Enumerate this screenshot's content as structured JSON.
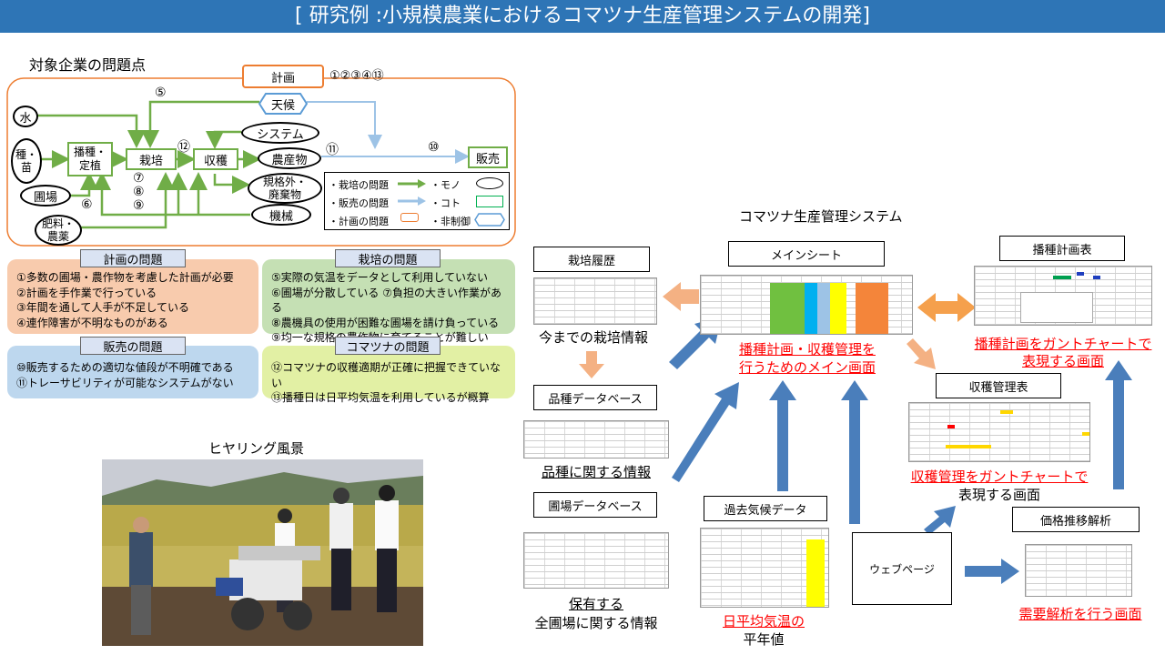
{
  "header": {
    "title": "[ 研究例 :小規模農業におけるコマツナ生産管理システムの開発]"
  },
  "problems_diagram": {
    "title": "対象企業の問題点",
    "nodes": {
      "plan": "計画",
      "plan_refs": "①②③④⑬",
      "weather": "天候",
      "water": "水",
      "seed": "種・苗",
      "sowing": "播種・定植",
      "field": "圃場",
      "fertilizer": "肥料・農薬",
      "cultivation": "栽培",
      "harvest": "収穫",
      "system": "システム",
      "produce": "農産物",
      "waste": "規格外・廃棄物",
      "machinery": "機械",
      "sales": "販売"
    },
    "refs": {
      "r5": "⑤",
      "r6": "⑥",
      "r789": [
        "⑦",
        "⑧",
        "⑨"
      ],
      "r11": "⑪",
      "r10": "⑩",
      "r12": "⑫"
    },
    "legend": [
      {
        "label": "・栽培の問題",
        "kind": "・モノ"
      },
      {
        "label": "・販売の問題",
        "kind": "・コト"
      },
      {
        "label": "・計画の問題",
        "kind": "・非制御"
      }
    ]
  },
  "problem_panels": {
    "plan": {
      "title": "計画の問題",
      "items": [
        "①多数の圃場・農作物を考慮した計画が必要",
        "②計画を手作業で行っている",
        "③年間を通して人手が不足している",
        "④連作障害が不明なものがある"
      ]
    },
    "cultivation": {
      "title": "栽培の問題",
      "items": [
        "⑤実際の気温をデータとして利用していない",
        "⑥圃場が分散している ⑦負担の大きい作業がある",
        "⑧農機具の使用が困難な圃場を請け負っている",
        "⑨均一な規格の農作物に育てることが難しい"
      ]
    },
    "sales": {
      "title": "販売の問題",
      "items": [
        "⑩販売するための適切な値段が不明確である",
        "⑪トレーサビリティが可能なシステムがない"
      ]
    },
    "komatsuna": {
      "title": "コマツナの問題",
      "items": [
        "⑫コマツナの収穫適期が正確に把握できていない",
        "⑬播種日は日平均気温を利用しているが概算"
      ]
    }
  },
  "interview": {
    "title": "ヒヤリング風景"
  },
  "system": {
    "title": "コマツナ生産管理システム",
    "cultivation_history": {
      "header": "栽培履歴",
      "caption": "今までの栽培情報"
    },
    "variety_db": {
      "header": "品種データベース",
      "caption": "品種に関する情報"
    },
    "field_db": {
      "header": "圃場データベース",
      "caption_line1": "保有する",
      "caption_line2": "全圃場に関する情報"
    },
    "weather_data": {
      "header": "過去気候データ",
      "caption_line1": "日平均気温の",
      "caption_line2": "平年値"
    },
    "main_sheet": {
      "header": "メインシート",
      "caption_line1": "播種計画・収穫管理を",
      "caption_line2": "行うためのメイン画面"
    },
    "sowing_plan": {
      "header": "播種計画表",
      "caption_line1": "播種計画をガントチャートで",
      "caption_line2": "表現する画面"
    },
    "harvest_mgmt": {
      "header": "収穫管理表",
      "caption_line1": "収穫管理をガントチャートで",
      "caption_line2": "表現する画面"
    },
    "web_page": {
      "label": "ウェブページ"
    },
    "price_analysis": {
      "header": "価格推移解析",
      "caption": "需要解析を行う画面"
    }
  },
  "colors": {
    "title_bar": "#2e75b6",
    "green_arrow": "#70ad47",
    "cyan_arrow": "#9dc3e6",
    "plan_orange": "#ed7d31",
    "blue_arrow": "#4a7ebb",
    "panel_plan": "#f8cbad",
    "panel_cultivation": "#c5e0b4",
    "panel_sales": "#bdd7ee",
    "panel_komatsuna": "#e2f0a4"
  }
}
